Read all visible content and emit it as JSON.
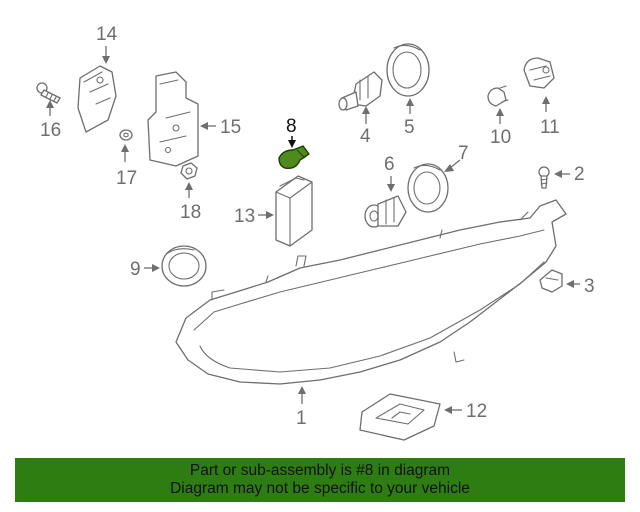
{
  "diagram": {
    "highlighted_part": "8",
    "callouts": {
      "c1": "1",
      "c2": "2",
      "c3": "3",
      "c4": "4",
      "c5": "5",
      "c6": "6",
      "c7": "7",
      "c8": "8",
      "c9": "9",
      "c10": "10",
      "c11": "11",
      "c12": "12",
      "c13": "13",
      "c14": "14",
      "c15": "15",
      "c16": "16",
      "c17": "17",
      "c18": "18"
    },
    "highlight_color": "#4f8a1f",
    "line_color": "#6e6e6e"
  },
  "banner": {
    "line1": "Part or sub-assembly is #8 in diagram",
    "line2": "Diagram may not be specific to your vehicle",
    "background_color": "#2e7d12"
  }
}
